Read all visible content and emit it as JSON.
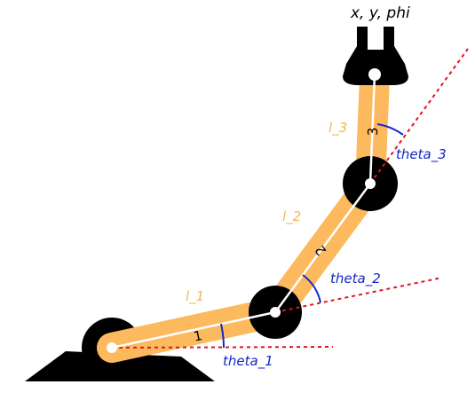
{
  "diagram": {
    "title": "x, y, phi",
    "link_labels": [
      "l_1",
      "l_2",
      "l_3"
    ],
    "angle_labels": [
      "theta_1",
      "theta_2",
      "theta_3"
    ],
    "link_numbers": [
      "1",
      "2",
      "3"
    ]
  },
  "colors": {
    "link": "#FDB95E",
    "joint": "#000000",
    "axis_line": "#FFFFFF",
    "reference_line": "#E0141E",
    "angle_arc": "#1428C8",
    "length_label": "#F6B550"
  },
  "icons": [
    "base-mount-icon",
    "gripper-icon"
  ]
}
